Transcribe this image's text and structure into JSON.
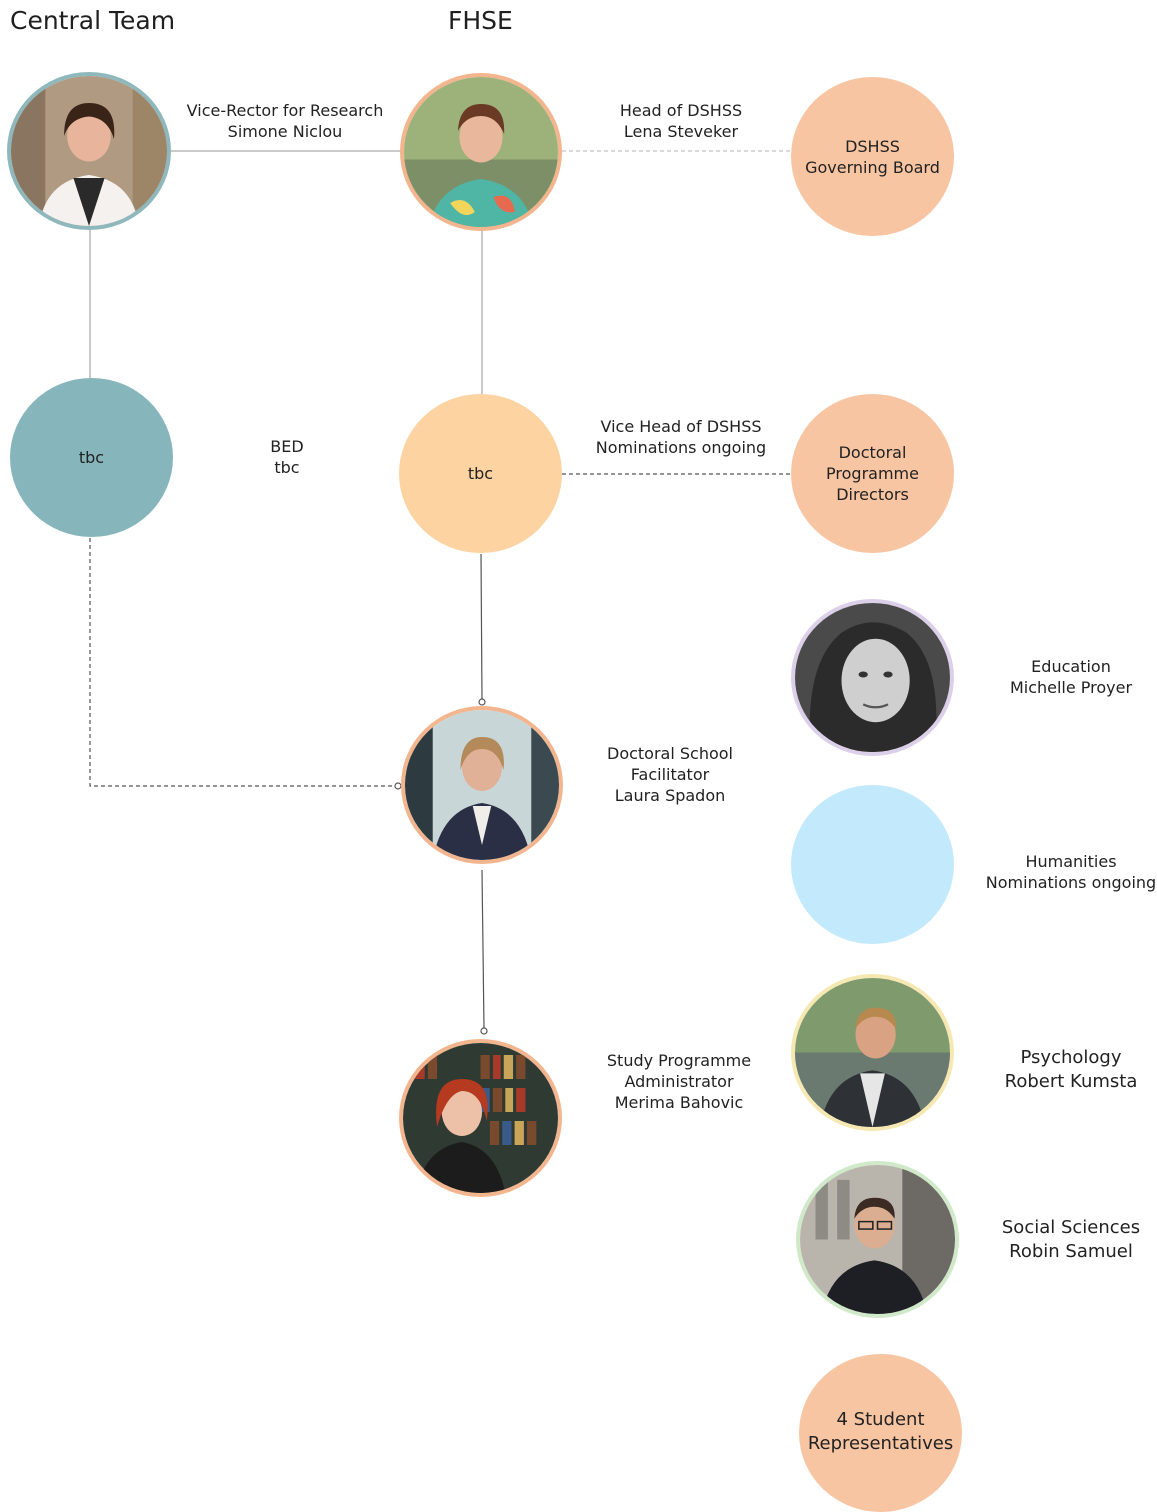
{
  "headers": {
    "central_team": "Central Team",
    "fhse": "FHSE"
  },
  "colors": {
    "teal": "#86b6bb",
    "teal_ring": "#8fb8bd",
    "peach": "#f8c5a3",
    "light_orange": "#fcd3a1",
    "light_blue": "#c3e9fc",
    "lavender_ring": "#dccfea",
    "cream_ring": "#f6e8b2",
    "mint_ring": "#cfe9c9",
    "orange_ring": "#f3b58d",
    "line": "#b5b5b5"
  },
  "labels": {
    "vice_rector": {
      "role": "Vice-Rector for Research",
      "name": "Simone Niclou"
    },
    "head_dshss": {
      "role": "Head of DSHSS",
      "name": "Lena Steveker"
    },
    "bed": {
      "role": "BED",
      "name": "tbc"
    },
    "vice_head": {
      "role": "Vice Head of DSHSS",
      "name": "Nominations ongoing"
    },
    "facilitator": {
      "role1": "Doctoral School",
      "role2": "Facilitator",
      "name": "Laura Spadon"
    },
    "administrator": {
      "role1": "Study Programme",
      "role2": "Administrator",
      "name": "Merima Bahovic"
    },
    "education": {
      "role": "Education",
      "name": "Michelle Proyer"
    },
    "humanities": {
      "role": "Humanities",
      "name": "Nominations ongoing"
    },
    "psychology": {
      "role": "Psychology",
      "name": "Robert Kumsta"
    },
    "social_sciences": {
      "role": "Social Sciences",
      "name": "Robin Samuel"
    }
  },
  "nodes": {
    "governing_board": {
      "line1": "DSHSS",
      "line2": "Governing Board"
    },
    "bed_circle": {
      "text": "tbc"
    },
    "vice_head_circle": {
      "text": "tbc"
    },
    "programme_directors": {
      "line1": "Doctoral",
      "line2": "Programme",
      "line3": "Directors"
    },
    "students": {
      "line1": "4 Student",
      "line2": "Representatives"
    }
  }
}
